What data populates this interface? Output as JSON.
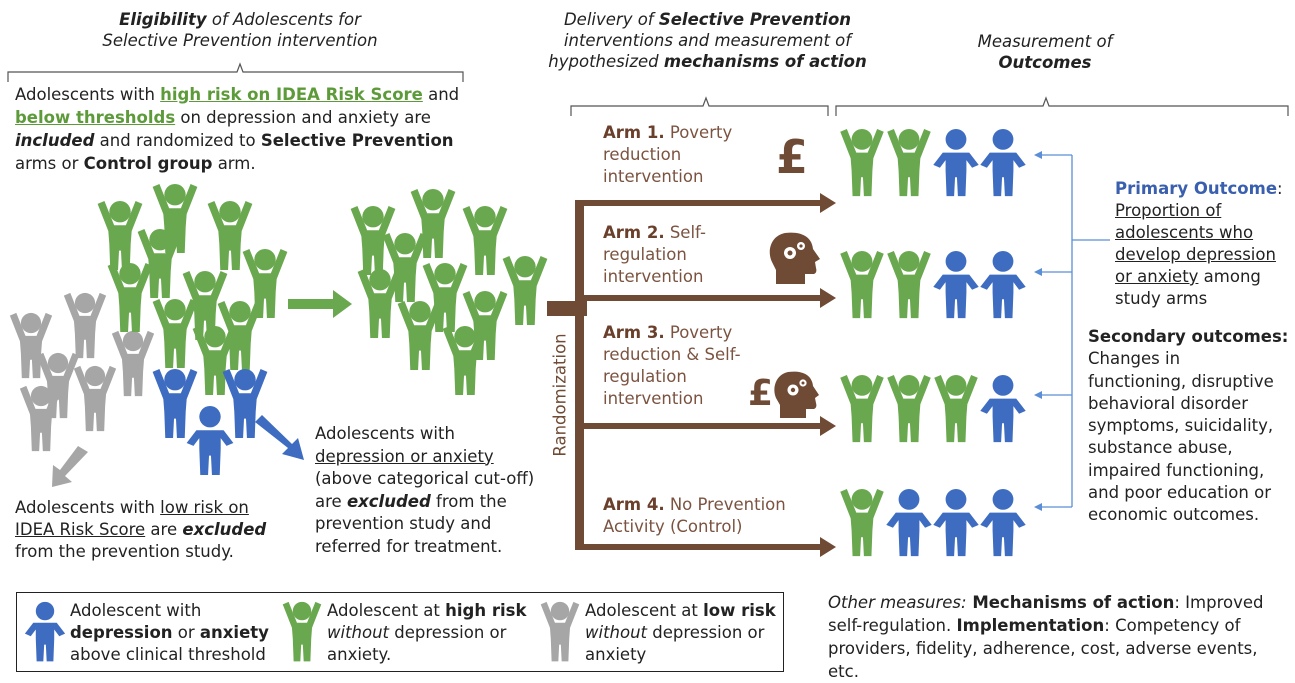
{
  "colors": {
    "green": "#6aa84f",
    "blue": "#3d6cc0",
    "gray": "#a8a8a8",
    "brown": "#6f4a34"
  },
  "headers": {
    "eligibility": {
      "bold": "Eligibility",
      "rest": " of Adolescents for",
      "line2": "Selective Prevention intervention"
    },
    "delivery": {
      "line1_pre": "Delivery of ",
      "line1_bold": "Selective Prevention",
      "line2": "interventions and measurement of",
      "line3_pre": "hypothesized ",
      "line3_bold": "mechanisms of action"
    },
    "measurement": {
      "line1": "Measurement of",
      "line2": "Outcomes"
    }
  },
  "inclusion": {
    "t1": "Adolescents with ",
    "t2": "high risk on IDEA Risk Score",
    "t3": " and",
    "t4": "below thresholds",
    "t5": " on depression and anxiety are",
    "t6": "included",
    "t7": " and randomized to ",
    "t8": "Selective Prevention",
    "t9": "arms or ",
    "t10": "Control group",
    "t11": " arm."
  },
  "low_risk_excluded": {
    "t1": "Adolescents with ",
    "t2": "low risk on",
    "t3": "IDEA Risk Score",
    "t4": " are ",
    "t5": "excluded",
    "t6": "from the prevention study."
  },
  "depression_excluded": {
    "t1": "Adolescents with",
    "t2": "depression or anxiety",
    "t3": "(above categorical cut-off)",
    "t4": "are ",
    "t5": "excluded",
    "t6": " from the",
    "t7": "prevention study and",
    "t8": "referred for treatment."
  },
  "randomization_label": "Randomization",
  "arms": [
    {
      "num": "Arm 1.",
      "l1": " Poverty",
      "l2": "reduction",
      "l3": "intervention",
      "icon": "pound-icon",
      "symbol": "£",
      "outcome": [
        "g",
        "g",
        "b",
        "b"
      ]
    },
    {
      "num": "Arm 2.",
      "l1": " Self-",
      "l2": "regulation",
      "l3": "intervention",
      "icon": "head-gears-icon",
      "outcome": [
        "g",
        "g",
        "b",
        "b"
      ]
    },
    {
      "num": "Arm 3.",
      "l1": " Poverty",
      "l2": "reduction & Self-",
      "l3": "regulation",
      "l4": "intervention",
      "icon": "pound-head-icon",
      "symbol": "£",
      "outcome": [
        "g",
        "g",
        "g",
        "b"
      ]
    },
    {
      "num": "Arm 4.",
      "l1": " No Prevention",
      "l2": "Activity (Control)",
      "outcome": [
        "g",
        "b",
        "b",
        "b"
      ]
    }
  ],
  "primary": {
    "title": "Primary Outcome",
    "colon": ":",
    "l1": "Proportion of",
    "l2": "adolescents who",
    "l3": "develop depression",
    "l4": "or anxiety",
    "l4b": " among",
    "l5": "study arms"
  },
  "secondary": {
    "title": "Secondary outcomes:",
    "lines": [
      "Changes in",
      "functioning, disruptive",
      "behavioral disorder",
      "symptoms, suicidality,",
      "substance abuse,",
      "impaired functioning,",
      "and poor education or",
      "economic outcomes."
    ]
  },
  "other": {
    "t1": "Other measures:",
    "t2": " Mechanisms of action",
    "t3": ": Improved",
    "t4": "self-regulation. ",
    "t5": "Implementation",
    "t6": ": Competency of",
    "t7": "providers, fidelity, adherence, cost, adverse events, etc."
  },
  "legend": [
    {
      "color": "blue",
      "l1": "Adolescent with",
      "l2a": "depression",
      "l2b": " or ",
      "l2c": "anxiety",
      "l3": "above clinical threshold"
    },
    {
      "color": "green",
      "l1a": "Adolescent at ",
      "l1b": "high risk",
      "l2a": "without",
      "l2b": " depression or",
      "l3": "anxiety."
    },
    {
      "color": "gray",
      "l1a": "Adolescent at ",
      "l1b": "low risk",
      "l2a": "without",
      "l2b": " depression or",
      "l3": "anxiety"
    }
  ]
}
